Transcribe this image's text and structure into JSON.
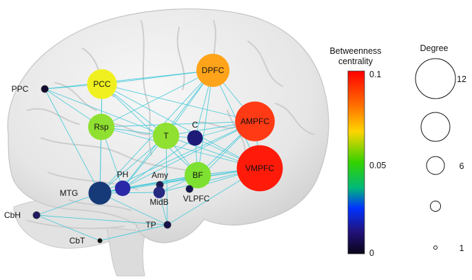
{
  "colors": {
    "edge": "#3fc8d8",
    "brain_fill": "#ececec",
    "brain_shade": "#cfcfcf",
    "brain_line": "#c4c4c4",
    "node_outline": "#444444",
    "ring": "#111111"
  },
  "colorbar": {
    "title_line1": "Betweenness",
    "title_line2": "centrality",
    "tick_max": "0.1",
    "tick_mid": "0.05",
    "tick_min": "0",
    "stops": [
      {
        "offset": 0.0,
        "color": "#ff0000"
      },
      {
        "offset": 0.18,
        "color": "#ff6a00"
      },
      {
        "offset": 0.33,
        "color": "#ffd400"
      },
      {
        "offset": 0.5,
        "color": "#33d200"
      },
      {
        "offset": 0.64,
        "color": "#00b87a"
      },
      {
        "offset": 0.75,
        "color": "#0033ff"
      },
      {
        "offset": 0.88,
        "color": "#22127a"
      },
      {
        "offset": 1.0,
        "color": "#0a0418"
      }
    ]
  },
  "degree_legend": {
    "title": "Degree",
    "items": [
      {
        "degree": 12,
        "label": "12"
      },
      {
        "degree": 9,
        "label": ""
      },
      {
        "degree": 6,
        "label": "6"
      },
      {
        "degree": 3,
        "label": ""
      },
      {
        "degree": 1,
        "label": "1"
      }
    ]
  },
  "nodes": [
    {
      "id": "PPC",
      "label": "PPC",
      "degree": 1,
      "color": "#120a30",
      "label_side": "left"
    },
    {
      "id": "PCC",
      "label": "PCC",
      "degree": 7,
      "color": "#f0f020",
      "label_side": "center"
    },
    {
      "id": "DPFC",
      "label": "DPFC",
      "degree": 8,
      "color": "#ffa41a",
      "label_side": "center"
    },
    {
      "id": "Rsp",
      "label": "Rsp",
      "degree": 6,
      "color": "#8fe030",
      "label_side": "center"
    },
    {
      "id": "T",
      "label": "T",
      "degree": 6,
      "color": "#8fe030",
      "label_side": "center"
    },
    {
      "id": "C",
      "label": "C",
      "degree": 3,
      "color": "#1e1a78",
      "label_side": "above"
    },
    {
      "id": "AMPFC",
      "label": "AMPFC",
      "degree": 10,
      "color": "#ff3a14",
      "label_side": "center"
    },
    {
      "id": "VMPFC",
      "label": "VMPFC",
      "degree": 12,
      "color": "#ff1a0a",
      "label_side": "center"
    },
    {
      "id": "BF",
      "label": "BF",
      "degree": 6,
      "color": "#7ee030",
      "label_side": "center"
    },
    {
      "id": "PH",
      "label": "PH",
      "degree": 3,
      "color": "#2a2aa8",
      "label_side": "above"
    },
    {
      "id": "Amy",
      "label": "Amy",
      "degree": 1,
      "color": "#1a1a5a",
      "label_side": "above"
    },
    {
      "id": "MidB",
      "label": "MidB",
      "degree": 2,
      "color": "#262a80",
      "label_side": "below"
    },
    {
      "id": "VLPFC",
      "label": "VLPFC",
      "degree": 1,
      "color": "#141450",
      "label_side": "below"
    },
    {
      "id": "MTG",
      "label": "MTG",
      "degree": 5,
      "color": "#163a78",
      "label_side": "left"
    },
    {
      "id": "CbH",
      "label": "CbH",
      "degree": 1,
      "color": "#201a60",
      "label_side": "left"
    },
    {
      "id": "TP",
      "label": "TP",
      "degree": 1,
      "color": "#16144a",
      "label_side": "left"
    },
    {
      "id": "CbT",
      "label": "CbT",
      "degree": 0.5,
      "color": "#111111",
      "label_side": "left"
    }
  ],
  "edges": [
    [
      "PPC",
      "PCC"
    ],
    [
      "PPC",
      "DPFC"
    ],
    [
      "PPC",
      "Rsp"
    ],
    [
      "PPC",
      "MTG"
    ],
    [
      "PPC",
      "T"
    ],
    [
      "PCC",
      "DPFC"
    ],
    [
      "PCC",
      "AMPFC"
    ],
    [
      "PCC",
      "VMPFC"
    ],
    [
      "PCC",
      "Rsp"
    ],
    [
      "PCC",
      "T"
    ],
    [
      "PCC",
      "BF"
    ],
    [
      "PCC",
      "MTG"
    ],
    [
      "DPFC",
      "Rsp"
    ],
    [
      "DPFC",
      "T"
    ],
    [
      "DPFC",
      "C"
    ],
    [
      "DPFC",
      "AMPFC"
    ],
    [
      "DPFC",
      "VMPFC"
    ],
    [
      "DPFC",
      "BF"
    ],
    [
      "DPFC",
      "PH"
    ],
    [
      "DPFC",
      "MTG"
    ],
    [
      "Rsp",
      "AMPFC"
    ],
    [
      "Rsp",
      "VMPFC"
    ],
    [
      "Rsp",
      "T"
    ],
    [
      "Rsp",
      "MTG"
    ],
    [
      "Rsp",
      "PH"
    ],
    [
      "T",
      "AMPFC"
    ],
    [
      "T",
      "VMPFC"
    ],
    [
      "T",
      "BF"
    ],
    [
      "T",
      "C"
    ],
    [
      "T",
      "MTG"
    ],
    [
      "T",
      "TP"
    ],
    [
      "T",
      "PH"
    ],
    [
      "C",
      "AMPFC"
    ],
    [
      "C",
      "VMPFC"
    ],
    [
      "C",
      "BF"
    ],
    [
      "C",
      "PH"
    ],
    [
      "AMPFC",
      "VMPFC"
    ],
    [
      "AMPFC",
      "BF"
    ],
    [
      "AMPFC",
      "MTG"
    ],
    [
      "AMPFC",
      "PH"
    ],
    [
      "AMPFC",
      "VLPFC"
    ],
    [
      "VMPFC",
      "BF"
    ],
    [
      "VMPFC",
      "VLPFC"
    ],
    [
      "VMPFC",
      "MTG"
    ],
    [
      "VMPFC",
      "PH"
    ],
    [
      "VMPFC",
      "MidB"
    ],
    [
      "VMPFC",
      "TP"
    ],
    [
      "BF",
      "PH"
    ],
    [
      "BF",
      "MTG"
    ],
    [
      "BF",
      "MidB"
    ],
    [
      "BF",
      "Amy"
    ],
    [
      "PH",
      "MTG"
    ],
    [
      "MidB",
      "MTG"
    ],
    [
      "MidB",
      "TP"
    ],
    [
      "MTG",
      "CbH"
    ],
    [
      "MTG",
      "TP"
    ],
    [
      "CbH",
      "TP"
    ],
    [
      "CbH",
      "CbT"
    ],
    [
      "TP",
      "CbT"
    ]
  ]
}
